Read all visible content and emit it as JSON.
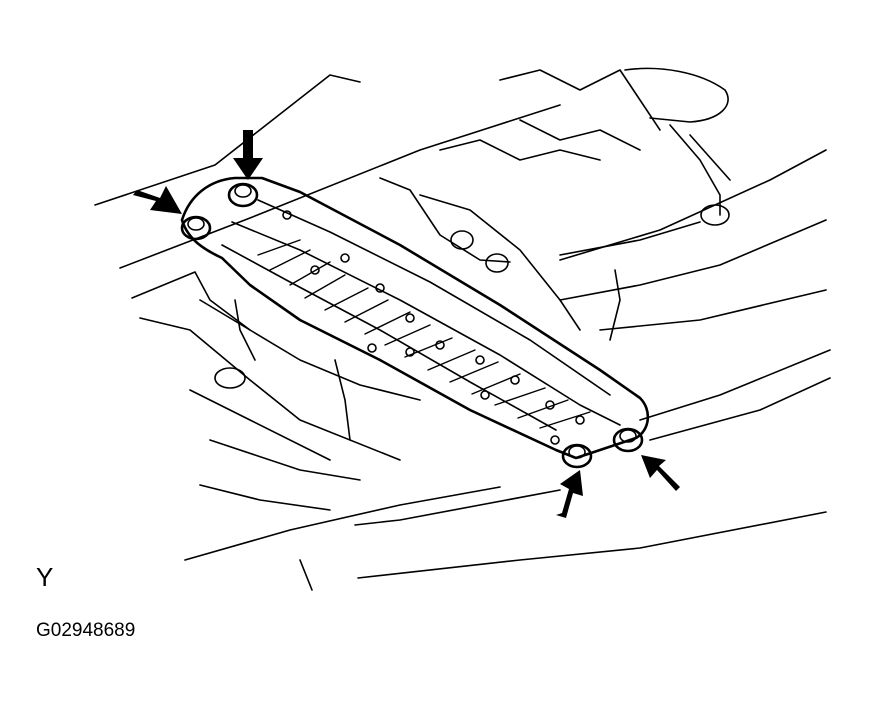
{
  "view_label": "Y",
  "figure_id": "G02948689",
  "arrow_count": 4
}
